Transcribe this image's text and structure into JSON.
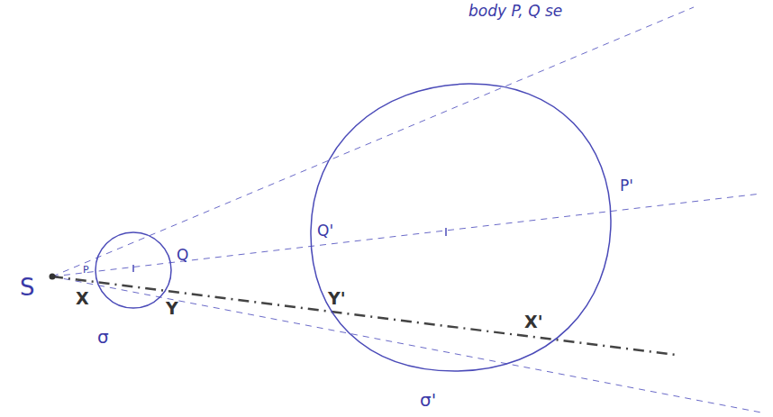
{
  "diagram": {
    "labels": [
      "body P, Q se",
      "S",
      "P",
      "Q",
      "X",
      "Y",
      "σ",
      "Q'",
      "P'",
      "Y'",
      "X'",
      "σ'"
    ]
  }
}
